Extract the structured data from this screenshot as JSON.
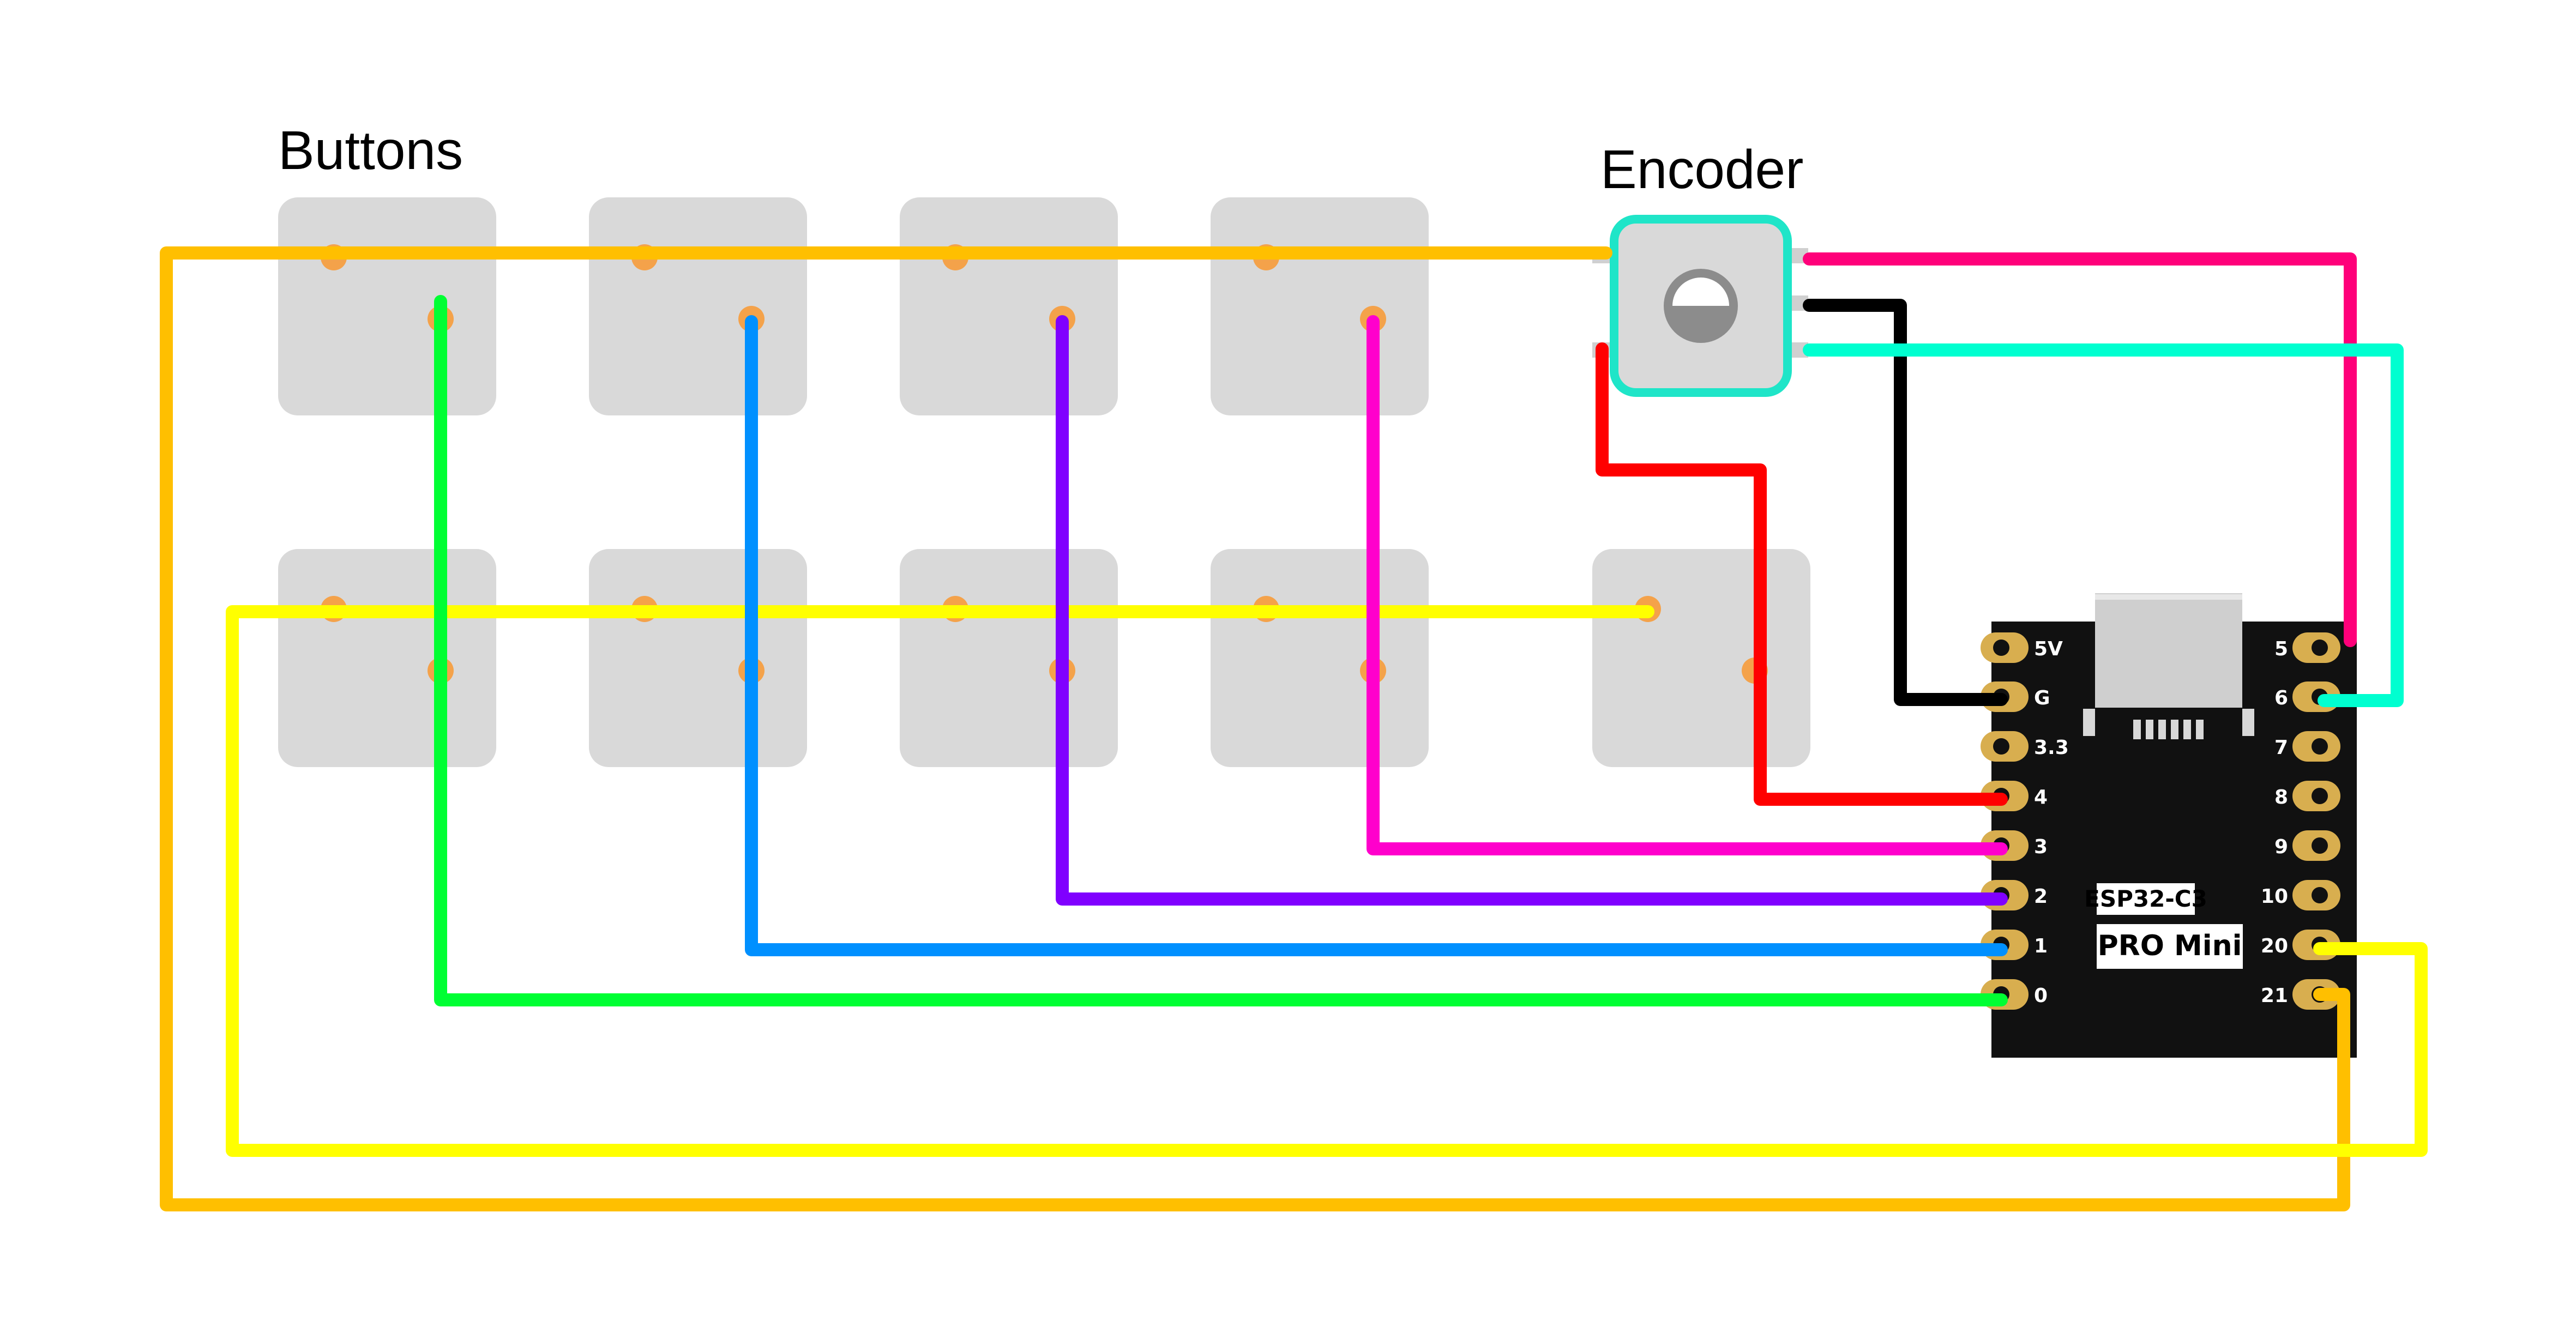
{
  "labels": {
    "buttons_heading": "Buttons",
    "encoder_heading": "Encoder"
  },
  "board": {
    "name_line1": "ESP32-C3",
    "name_line2": "PRO Mini",
    "left_pins": [
      "5V",
      "G",
      "3.3",
      "4",
      "3",
      "2",
      "1",
      "0"
    ],
    "right_pins": [
      "5",
      "6",
      "7",
      "8",
      "9",
      "10",
      "20",
      "21"
    ]
  },
  "colors": {
    "button_fill": "#d9d9d9",
    "button_pad": "#f4a24a",
    "encoder_ring": "#1fe5c8",
    "board_bg": "#111111",
    "pin_gold": "#d8ae4f",
    "wire_orange": "#ffbf00",
    "wire_yellow": "#ffff00",
    "wire_green": "#00ff33",
    "wire_blue": "#0090ff",
    "wire_purple": "#8000ff",
    "wire_magenta": "#ff00cc",
    "wire_red": "#ff0000",
    "wire_black": "#000000",
    "wire_pink": "#ff007a",
    "wire_cyan": "#00ffd0"
  }
}
